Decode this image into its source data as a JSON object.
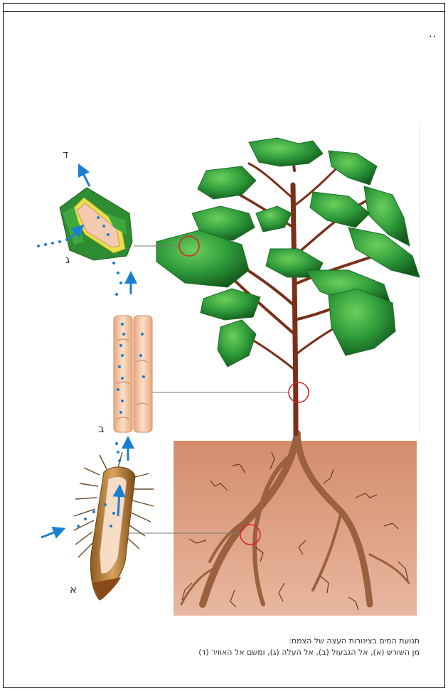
{
  "page": {
    "dots": ".."
  },
  "diagram": {
    "labels": {
      "root": "א",
      "stem": "ב",
      "leaf": "ג",
      "air": "ד"
    },
    "caption": {
      "line1": "תנועת המים בצינורות העצה של הצמח:",
      "line2": "מן השורש (א), אל הגבעול (ב), אל העלה (ג), ומשם אל האוויר (ד)"
    },
    "colors": {
      "leaf": "#2e9a3a",
      "leaf_dark": "#1b6e26",
      "trunk": "#7a2f1a",
      "soil": "#dd9f82",
      "water": "#1a7fd0",
      "marker": "#d8262a",
      "stem_tube": "#f7c9a6"
    }
  }
}
